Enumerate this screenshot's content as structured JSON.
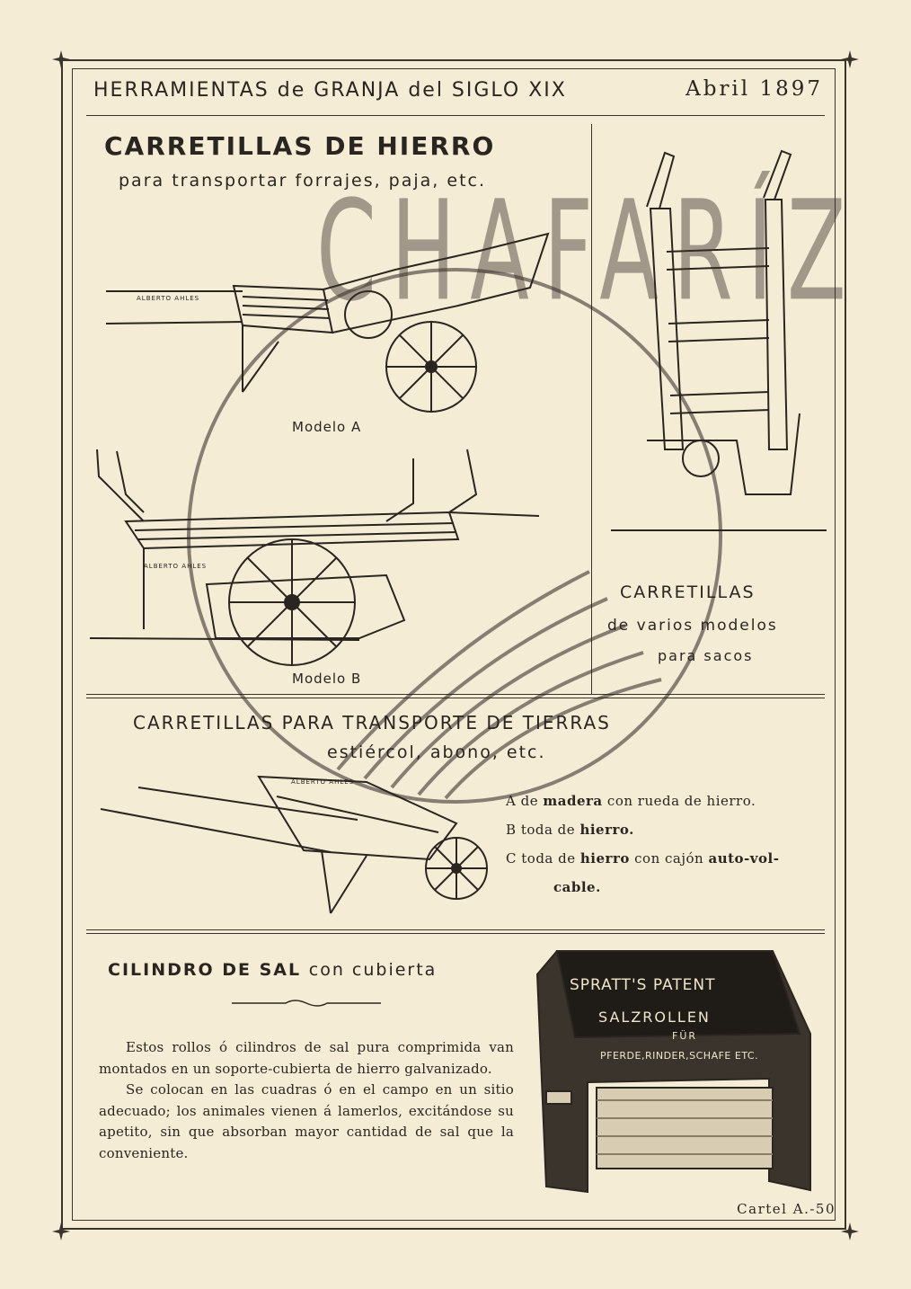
{
  "header": {
    "series": "HERRAMIENTAS de GRANJA del SIGLO XIX",
    "date": "Abril 1897"
  },
  "section1": {
    "title": "CARRETILLAS DE HIERRO",
    "subtitle": "para transportar forrajes, paja, etc.",
    "model_a": "Modelo A",
    "model_b": "Modelo B",
    "engraver_a": "ALBERTO AHLES",
    "engraver_b": "ALBERTO AHLES",
    "side_title": "CARRETILLAS",
    "side_line1": "de varios modelos",
    "side_line2": "para sacos"
  },
  "section2": {
    "title": "CARRETILLAS PARA TRANSPORTE DE TIERRAS",
    "subtitle": "estiércol, abono, etc.",
    "engraver": "ALBERTO AHLES",
    "legend": [
      {
        "letter": "A",
        "pre": "de",
        "bold": "madera",
        "post": "con rueda de hierro."
      },
      {
        "letter": "B",
        "pre": "toda de",
        "bold": "hierro.",
        "post": ""
      },
      {
        "letter": "C",
        "pre": "toda de",
        "bold": "hierro",
        "post": "con cajón"
      },
      {
        "letter": "",
        "pre": "",
        "bold": "auto-vol-",
        "post": ""
      },
      {
        "letter": "",
        "pre": "",
        "bold": "cable.",
        "post": ""
      }
    ]
  },
  "section3": {
    "title": "CILINDRO DE SAL",
    "title_suffix": "con cubierta",
    "paragraph1": "Estos rollos ó cilindros de sal pura comprimida van montados en un soporte-cubierta de hierro galvanizado.",
    "paragraph2": "Se colocan en las cuadras ó en el campo en un sitio adecuado; los animales vienen á lamerlos, excitándose su apetito, sin que absorban mayor cantidad de sal que la conveniente.",
    "box_line1": "SPRATT'S PATENT",
    "box_line2": "SALZROLLEN",
    "box_line3": "FÜR",
    "box_line4": "PFERDE,RINDER,SCHAFE ETC."
  },
  "watermark": "CHAFARÍZ",
  "footer": "Cartel A.-50",
  "colors": {
    "paper": "#f5ecd6",
    "ink": "#2a2520"
  }
}
